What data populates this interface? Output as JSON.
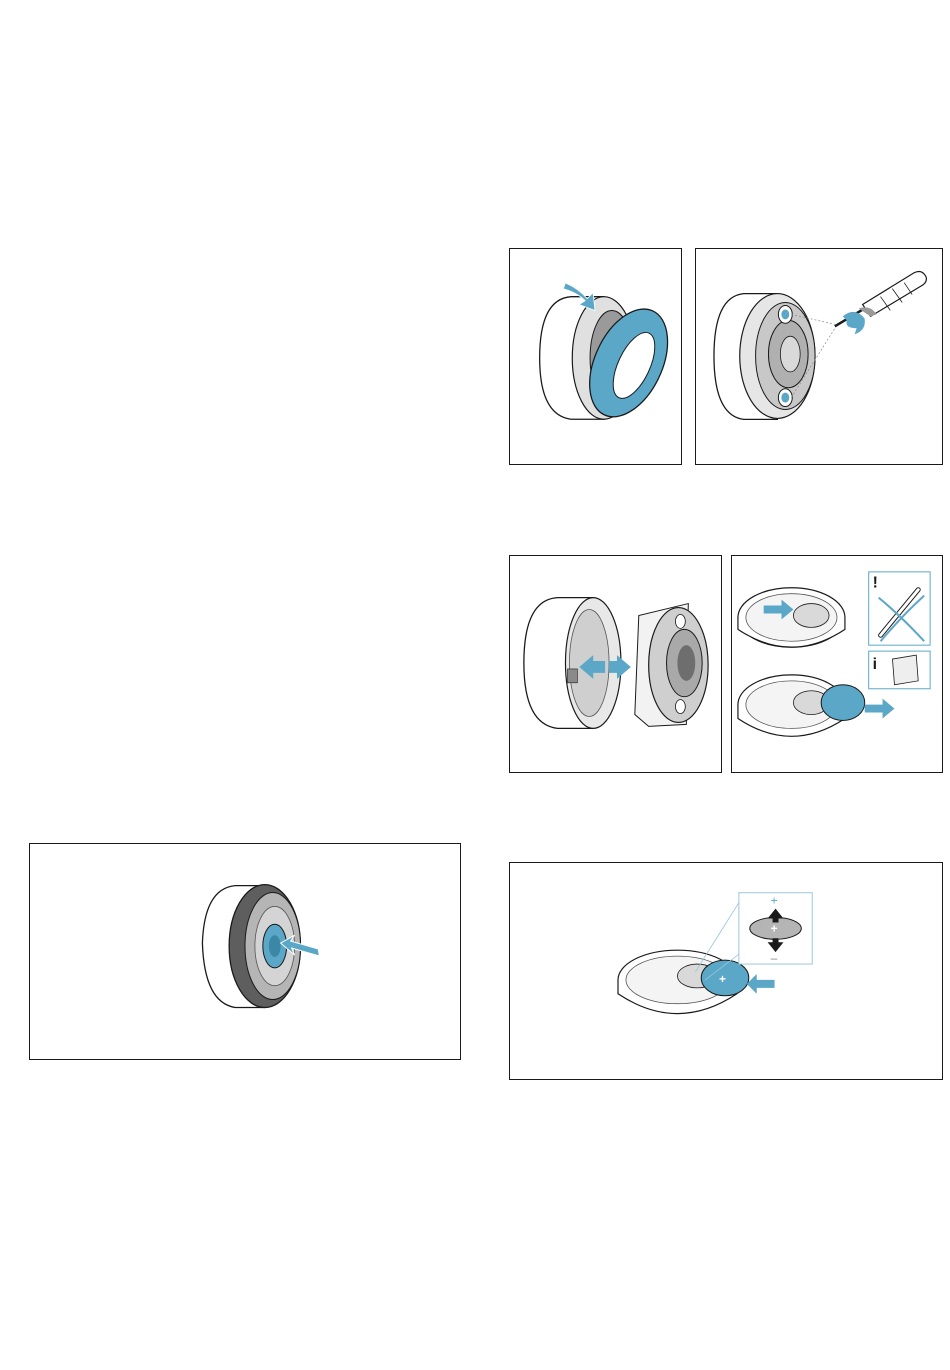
{
  "colors": {
    "accent": "#5aa7c7",
    "accent_dark": "#3d87a6",
    "outline": "#1a1a1a",
    "metal_light": "#d9d9d9",
    "metal_mid": "#b5b5b5",
    "metal_dark": "#8a8a8a",
    "rubber": "#5e5e5e"
  },
  "icons": {
    "warning": "!",
    "info": "i",
    "battery_plus": "+",
    "battery_minus": "–"
  },
  "panels": [
    {
      "id": "press-center-button",
      "icon": "arrow-press-icon"
    },
    {
      "id": "rotate-remove-cover",
      "icon": "curved-arrow-icon"
    },
    {
      "id": "unscrew-mount",
      "icon": "screwdriver-icon"
    },
    {
      "id": "separate-housing",
      "icon": "double-arrow-icon"
    },
    {
      "id": "remove-battery",
      "icon": "battery-icon"
    },
    {
      "id": "insert-battery",
      "icon": "battery-polarity-icon"
    }
  ]
}
